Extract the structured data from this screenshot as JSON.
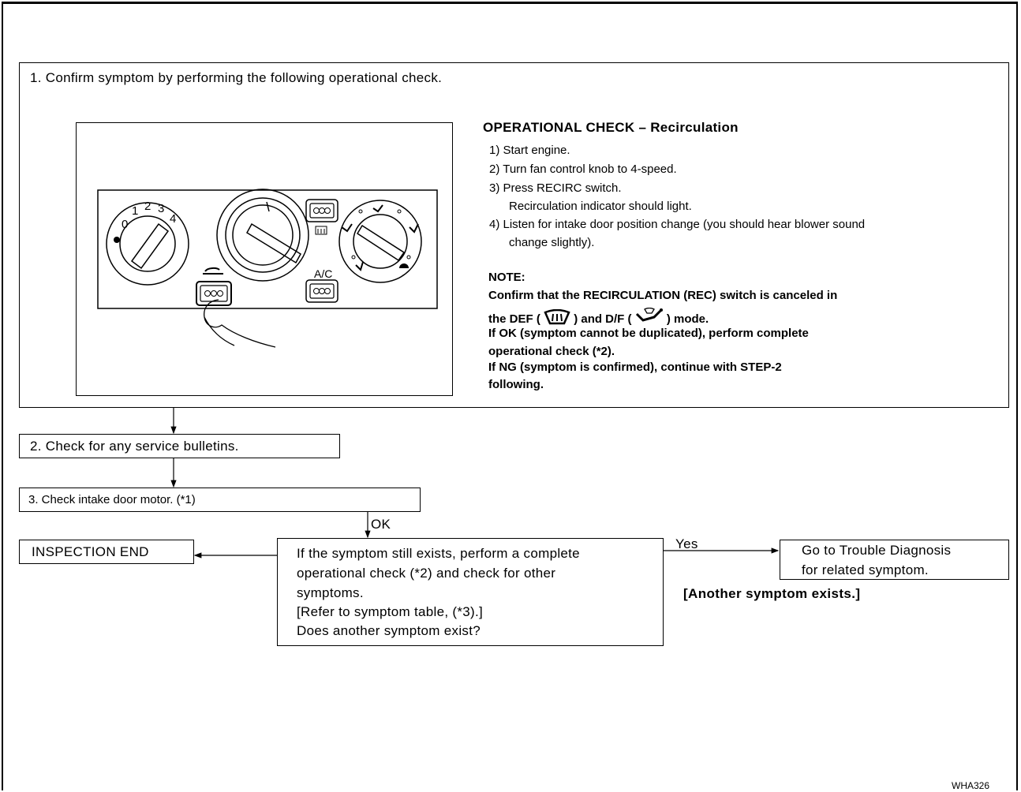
{
  "step1": {
    "text": "1. Confirm symptom by performing the following operational check."
  },
  "operational_check": {
    "title": "OPERATIONAL CHECK – Recirculation",
    "steps": [
      "1) Start engine.",
      "2) Turn fan control knob to 4-speed.",
      "3) Press RECIRC switch.",
      "Recirculation indicator should light.",
      "4) Listen for intake door position change (you should hear blower sound",
      "change slightly)."
    ],
    "note": {
      "heading": "NOTE:",
      "line1": "Confirm that the RECIRCULATION (REC) switch is canceled in",
      "line2_a": "the DEF (",
      "line2_b": ") and D/F (",
      "line2_c": ") mode.",
      "line3": "If OK (symptom cannot be duplicated), perform complete",
      "line4": "operational check (*2).",
      "line5": "If NG (symptom is confirmed), continue with STEP-2",
      "line6": "following."
    }
  },
  "control_panel": {
    "fan_labels": [
      "0",
      "1",
      "2",
      "3",
      "4"
    ],
    "ac_label": "A/C",
    "icons": [
      "fan-icon",
      "recirc-icon",
      "rear-defrost-icon",
      "vent-icon",
      "bi-level-icon",
      "foot-icon",
      "foot-defrost-icon",
      "defrost-icon",
      "finger-press-icon"
    ]
  },
  "step2": {
    "text": "2. Check for any service bulletins."
  },
  "step3": {
    "text": "3. Check intake door motor. (*1)"
  },
  "ok_label": "OK",
  "inspection_end": "INSPECTION END",
  "decision": {
    "lines": [
      "If the symptom still exists, perform a complete",
      "operational check (*2) and check for other",
      "symptoms.",
      "[Refer to symptom table, (*3).]",
      "Does another symptom exist?"
    ]
  },
  "yes_label": "Yes",
  "go_to": {
    "lines": [
      "Go to Trouble Diagnosis",
      "for related symptom."
    ]
  },
  "another_symptom": "[Another symptom exists.]",
  "figure_code": "WHA326"
}
